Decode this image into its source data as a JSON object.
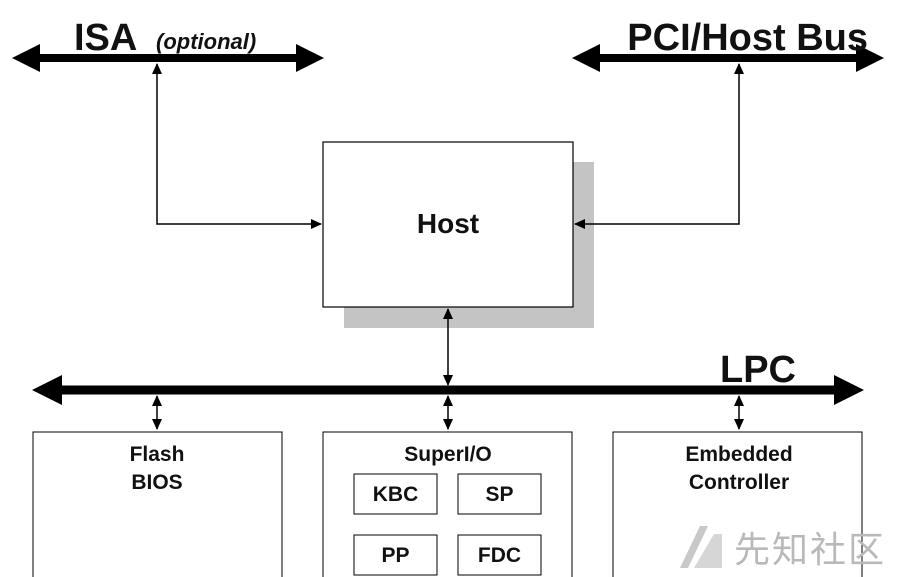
{
  "buses": {
    "isa": {
      "label": "ISA",
      "sublabel": "(optional)"
    },
    "pci": {
      "label": "PCI/Host Bus"
    },
    "lpc": {
      "label": "LPC"
    }
  },
  "host": {
    "label": "Host"
  },
  "devices": {
    "flash": {
      "line1": "Flash",
      "line2": "BIOS"
    },
    "superio": {
      "label": "SuperI/O",
      "modules": [
        "KBC",
        "SP",
        "PP",
        "FDC"
      ]
    },
    "ec": {
      "line1": "Embedded",
      "line2": "Controller"
    }
  },
  "watermark": {
    "text": "先知社区"
  },
  "colors": {
    "line": "#000000",
    "shadow": "#c4c4c4",
    "watermark": "#b9b9b9"
  }
}
